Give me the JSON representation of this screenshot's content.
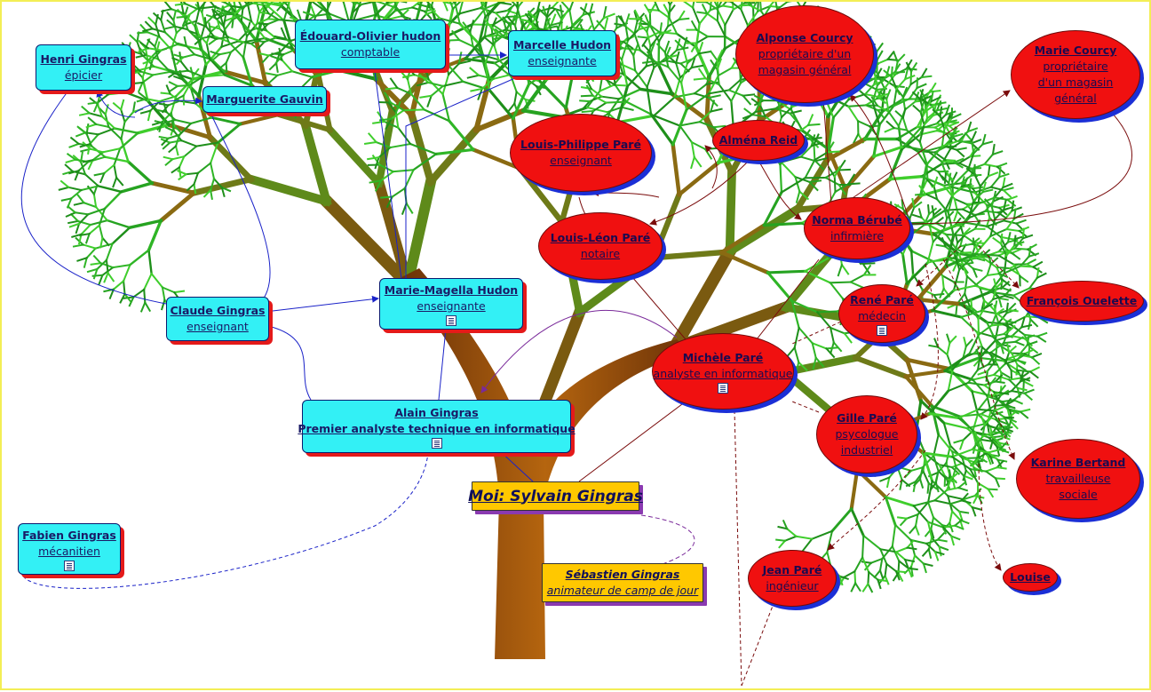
{
  "nodes": {
    "henri": {
      "name": "Henri Gingras",
      "job": "épicier"
    },
    "edouard": {
      "name": "Édouard-Olivier hudon",
      "job": "comptable"
    },
    "marcelle": {
      "name": "Marcelle Hudon",
      "job": "enseignante"
    },
    "marguerite": {
      "name": "Marguerite Gauvin"
    },
    "claude": {
      "name": "Claude Gingras",
      "job": "enseignant"
    },
    "mariemag": {
      "name": "Marie-Magella Hudon",
      "job": "enseignante"
    },
    "alain": {
      "name": "Alain Gingras",
      "job": "Premier analyste technique en informatique"
    },
    "fabien": {
      "name": "Fabien Gingras",
      "job": "mécanitien"
    },
    "moi": {
      "name": "Moi: Sylvain Gingras"
    },
    "sebastien": {
      "name": "Sébastien Gingras",
      "job": "animateur de camp de jour"
    },
    "alponse": {
      "name": "Alponse Courcy",
      "job": "propriétaire d'un magasin général"
    },
    "mariec": {
      "name": "Marie Courcy",
      "job": "propriétaire d'un magasin général"
    },
    "louisph": {
      "name": "Louis-Philippe Paré",
      "job": "enseignant"
    },
    "almena": {
      "name": "Alména Reid"
    },
    "louisleon": {
      "name": "Louis-Léon Paré",
      "job": "notaire"
    },
    "norma": {
      "name": "Norma Bérubé",
      "job": "infirmière"
    },
    "rene": {
      "name": "René Paré",
      "job": "médecin"
    },
    "francois": {
      "name": "François Ouelette"
    },
    "michele": {
      "name": "Michèle Paré",
      "job": "analyste en informatique"
    },
    "gille": {
      "name": "Gille Paré",
      "job": "psycologue industriel"
    },
    "karine": {
      "name": "Karine Bertand",
      "job": "travailleuse sociale"
    },
    "jean": {
      "name": "Jean Paré",
      "job": "ingénieur"
    },
    "louise": {
      "name": "Louise"
    }
  },
  "colors": {
    "paternal": "#33f0f5",
    "maternal": "#f01010",
    "self": "#ffc800",
    "foliage": "#2fb526",
    "trunk": "#8b4a12",
    "link_blue": "#1a22c8",
    "link_red": "#7a0c0c",
    "link_purple": "#7a2a9a"
  }
}
